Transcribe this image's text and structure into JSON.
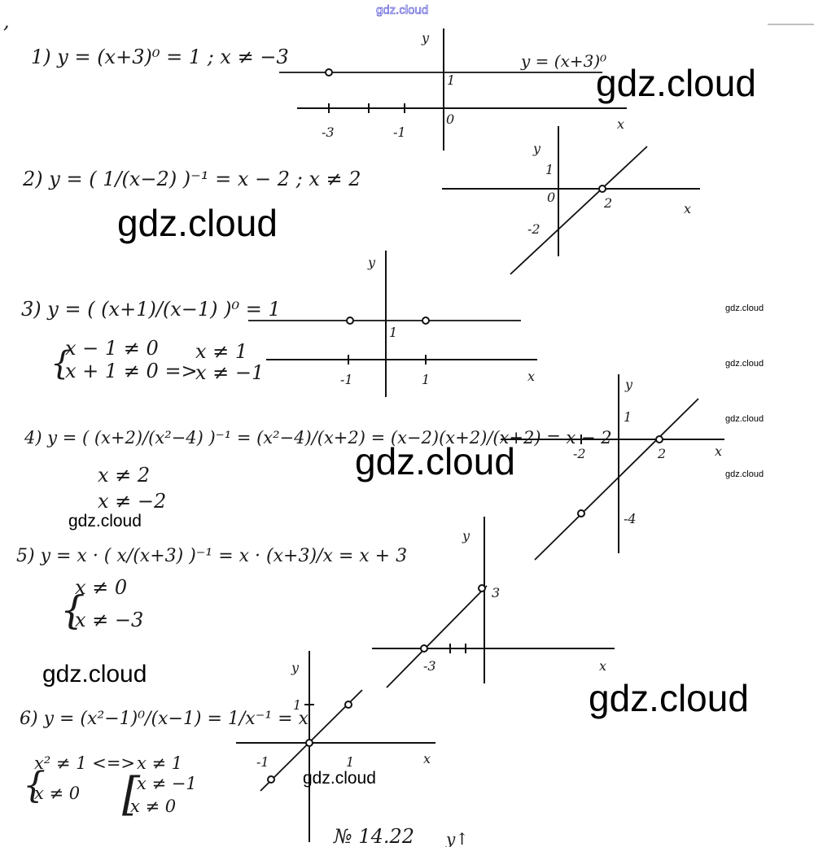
{
  "watermark": "gdz.cloud",
  "problems": {
    "p1": {
      "eq": "1) y = (x+3)⁰ = 1 ;  x ≠ −3",
      "graph_note": "y = (x+3)⁰",
      "labels": [
        "-3",
        "-1",
        "0",
        "1",
        "y",
        "x"
      ]
    },
    "p2": {
      "eq": "2) y = ( 1/(x−2) )⁻¹ = x − 2 ;  x ≠ 2",
      "labels": [
        "1",
        "0",
        "2",
        "-2",
        "y",
        "x"
      ]
    },
    "p3": {
      "eq": "3) y = ( (x+1)/(x−1) )⁰ = 1",
      "sys": [
        "x − 1 ≠ 0",
        "x + 1 ≠ 0  =>"
      ],
      "res": [
        "x ≠ 1",
        "x ≠ −1"
      ],
      "labels": [
        "-1",
        "1",
        "1",
        "y",
        "x"
      ]
    },
    "p4": {
      "eq": "4)  y = ( (x+2)/(x²−4) )⁻¹ = (x²−4)/(x+2) = (x−2)(x+2)/(x+2) = x − 2",
      "cond": [
        "x ≠ 2",
        "x ≠ −2"
      ],
      "labels": [
        "1",
        "-2",
        "2",
        "-4",
        "y",
        "x"
      ]
    },
    "p5": {
      "eq": "5) y = x · ( x/(x+3) )⁻¹ = x · (x+3)/x = x + 3",
      "sys": [
        "x ≠ 0",
        "x ≠ −3"
      ],
      "labels": [
        "3",
        "-3",
        "y",
        "x"
      ]
    },
    "p6": {
      "eq": "6) y = (x²−1)⁰/(x−1) = 1/x⁻¹ = x",
      "sys": [
        "x² ≠ 1 <=>",
        "x ≠ 0"
      ],
      "res": [
        "x ≠ 1",
        "x ≠ −1",
        "x ≠ 0"
      ],
      "labels": [
        "1",
        "-1",
        "1",
        "y",
        "x"
      ]
    }
  },
  "footer": {
    "number": "№ 14.22",
    "next": "y↑"
  },
  "colors": {
    "ink": "#1a1a1a",
    "top_watermark": "#3a3ad0"
  }
}
